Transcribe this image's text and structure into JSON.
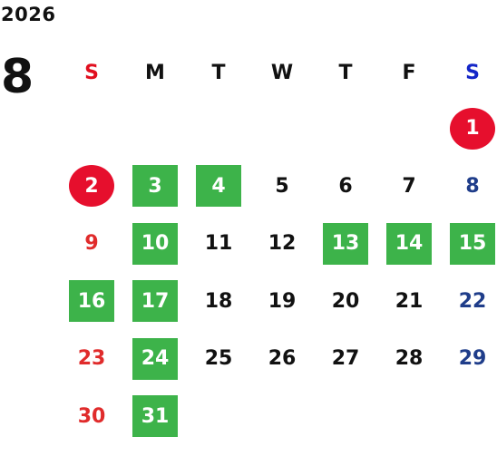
{
  "calendar": {
    "year": "2026",
    "month": "8",
    "weekdays": [
      {
        "label": "S",
        "color": "#e10f1f"
      },
      {
        "label": "M",
        "color": "#111111"
      },
      {
        "label": "T",
        "color": "#111111"
      },
      {
        "label": "W",
        "color": "#111111"
      },
      {
        "label": "T",
        "color": "#111111"
      },
      {
        "label": "F",
        "color": "#111111"
      },
      {
        "label": "S",
        "color": "#1426c8"
      }
    ],
    "weeks": [
      [
        {
          "day": "",
          "style": "empty"
        },
        {
          "day": "",
          "style": "empty"
        },
        {
          "day": "",
          "style": "empty"
        },
        {
          "day": "",
          "style": "empty"
        },
        {
          "day": "",
          "style": "empty"
        },
        {
          "day": "",
          "style": "empty"
        },
        {
          "day": "1",
          "style": "red-circle",
          "text_color": "#ffffff",
          "background": "#e60f2d"
        }
      ],
      [
        {
          "day": "2",
          "style": "red-circle",
          "text_color": "#ffffff",
          "background": "#e60f2d"
        },
        {
          "day": "3",
          "style": "green-box",
          "text_color": "#ffffff",
          "background": "#3db34a"
        },
        {
          "day": "4",
          "style": "green-box",
          "text_color": "#ffffff",
          "background": "#3db34a"
        },
        {
          "day": "5",
          "style": "plain",
          "text_color": "#111111"
        },
        {
          "day": "6",
          "style": "plain",
          "text_color": "#111111"
        },
        {
          "day": "7",
          "style": "plain",
          "text_color": "#111111"
        },
        {
          "day": "8",
          "style": "plain",
          "text_color": "#1f3d8a"
        }
      ],
      [
        {
          "day": "9",
          "style": "plain",
          "text_color": "#e02b2b"
        },
        {
          "day": "10",
          "style": "green-box",
          "text_color": "#ffffff",
          "background": "#3db34a"
        },
        {
          "day": "11",
          "style": "plain",
          "text_color": "#111111"
        },
        {
          "day": "12",
          "style": "plain",
          "text_color": "#111111"
        },
        {
          "day": "13",
          "style": "green-box",
          "text_color": "#ffffff",
          "background": "#3db34a"
        },
        {
          "day": "14",
          "style": "green-box",
          "text_color": "#ffffff",
          "background": "#3db34a"
        },
        {
          "day": "15",
          "style": "green-box",
          "text_color": "#ffffff",
          "background": "#3db34a"
        }
      ],
      [
        {
          "day": "16",
          "style": "green-box",
          "text_color": "#ffffff",
          "background": "#3db34a"
        },
        {
          "day": "17",
          "style": "green-box",
          "text_color": "#ffffff",
          "background": "#3db34a"
        },
        {
          "day": "18",
          "style": "plain",
          "text_color": "#111111"
        },
        {
          "day": "19",
          "style": "plain",
          "text_color": "#111111"
        },
        {
          "day": "20",
          "style": "plain",
          "text_color": "#111111"
        },
        {
          "day": "21",
          "style": "plain",
          "text_color": "#111111"
        },
        {
          "day": "22",
          "style": "plain",
          "text_color": "#1f3d8a"
        }
      ],
      [
        {
          "day": "23",
          "style": "plain",
          "text_color": "#e02b2b"
        },
        {
          "day": "24",
          "style": "green-box",
          "text_color": "#ffffff",
          "background": "#3db34a"
        },
        {
          "day": "25",
          "style": "plain",
          "text_color": "#111111"
        },
        {
          "day": "26",
          "style": "plain",
          "text_color": "#111111"
        },
        {
          "day": "27",
          "style": "plain",
          "text_color": "#111111"
        },
        {
          "day": "28",
          "style": "plain",
          "text_color": "#111111"
        },
        {
          "day": "29",
          "style": "plain",
          "text_color": "#1f3d8a"
        }
      ],
      [
        {
          "day": "30",
          "style": "plain",
          "text_color": "#e02b2b"
        },
        {
          "day": "31",
          "style": "green-box",
          "text_color": "#ffffff",
          "background": "#3db34a"
        },
        {
          "day": "",
          "style": "empty"
        },
        {
          "day": "",
          "style": "empty"
        },
        {
          "day": "",
          "style": "empty"
        },
        {
          "day": "",
          "style": "empty"
        },
        {
          "day": "",
          "style": "empty"
        }
      ]
    ]
  }
}
